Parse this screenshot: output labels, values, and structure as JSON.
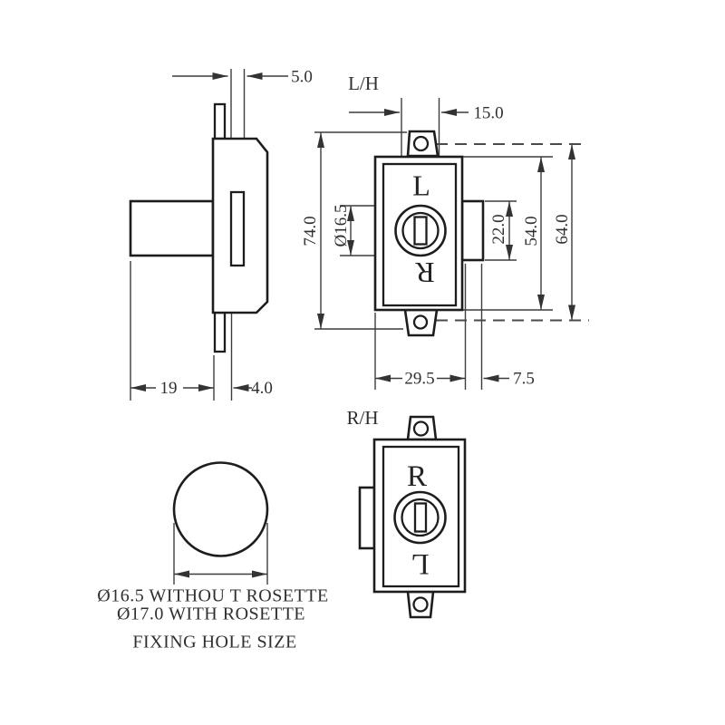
{
  "side_view": {
    "dim_plate": "5.0",
    "dim_cylinder": "19",
    "dim_backplate": "4.0"
  },
  "lh_view": {
    "label": "L/H",
    "letter_top": "L",
    "letter_bottom": "R",
    "dim_tab": "15.0",
    "dim_overall_height": "74.0",
    "dim_keyhole": "Ø16.5",
    "dim_latch_height": "22.0",
    "dim_body_height": "54.0",
    "dim_hole_centres": "64.0",
    "dim_body_width": "29.5",
    "dim_latch_throw": "7.5"
  },
  "rh_view": {
    "label": "R/H",
    "letter_top": "R",
    "letter_bottom": "L"
  },
  "fixing_hole": {
    "note1": "Ø16.5 WITHOU T ROSETTE",
    "note2": "Ø17.0 WITH ROSETTE",
    "caption": "FIXING HOLE SIZE"
  },
  "colors": {
    "outline": "#1d1d1d",
    "dim_line": "#3d3d3d",
    "text": "#2f2f2f",
    "background": "#ffffff"
  }
}
